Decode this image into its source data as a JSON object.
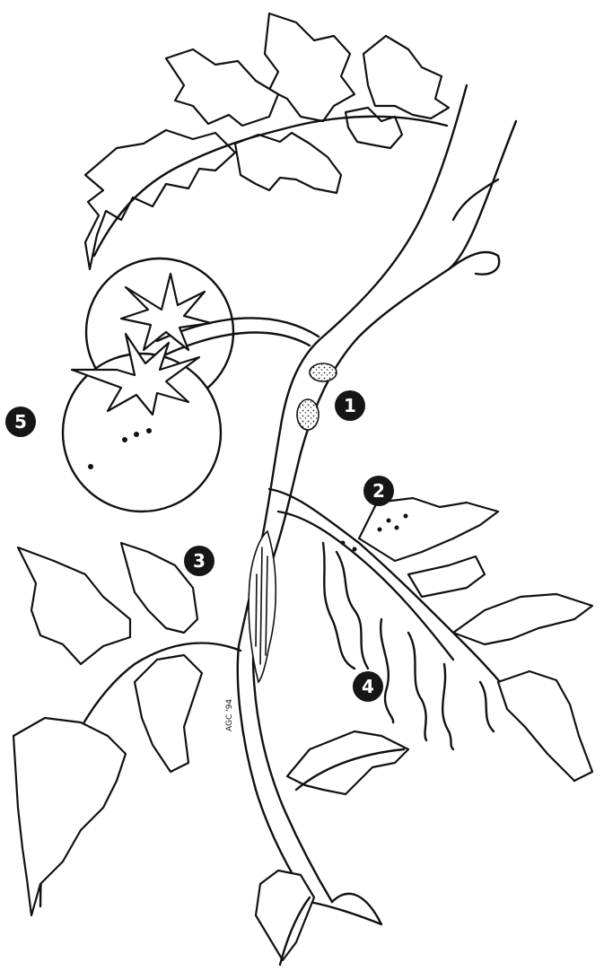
{
  "callouts": [
    {
      "id": "1"
    },
    {
      "id": "2"
    },
    {
      "id": "3"
    },
    {
      "id": "4"
    },
    {
      "id": "5"
    }
  ],
  "signature": "AGC '94",
  "colors": {
    "ink": "#111111",
    "badge": "#161616",
    "paper": "#ffffff"
  }
}
